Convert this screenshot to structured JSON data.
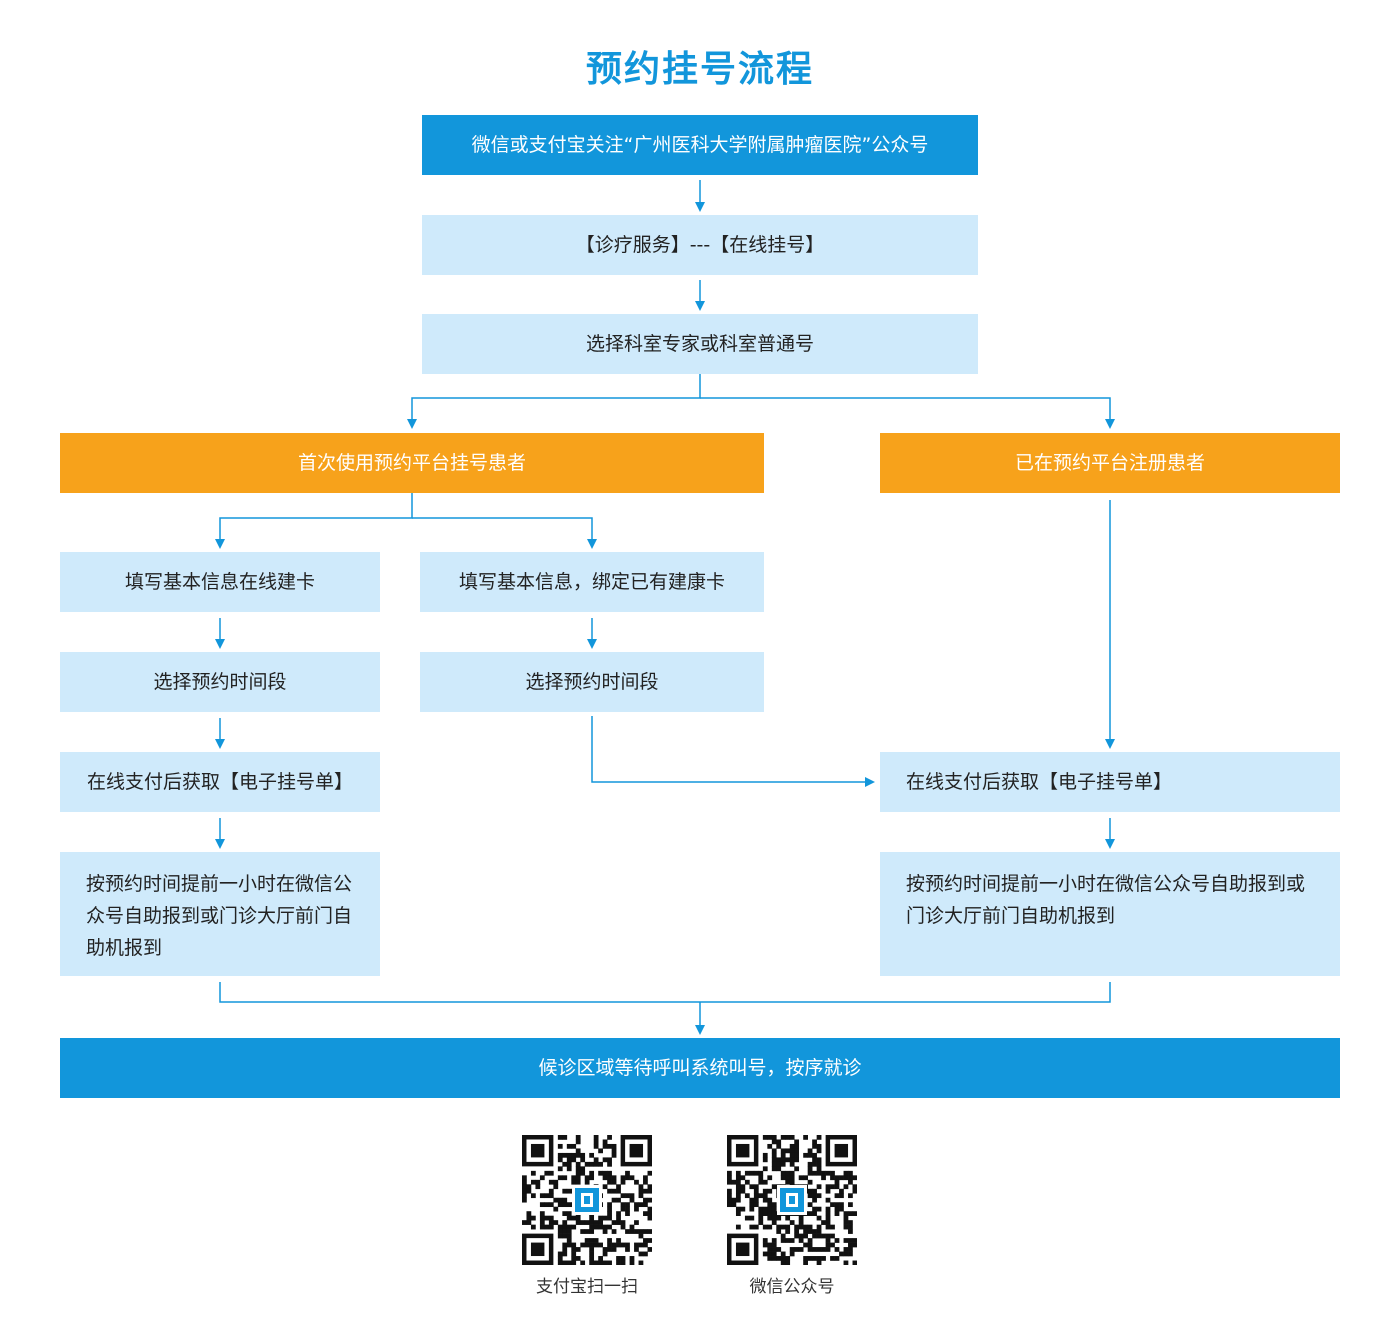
{
  "title": "预约挂号流程",
  "colors": {
    "primary": "#1296db",
    "light": "#cfeafb",
    "orange": "#f7a21b",
    "line": "#1296db"
  },
  "steps": {
    "follow": "微信或支付宝关注“广州医科大学附属肿瘤医院”公众号",
    "menu": "【诊疗服务】---【在线挂号】",
    "choose_dept": "选择科室专家或科室普通号"
  },
  "branches": {
    "first_time": {
      "title": "首次使用预约平台挂号患者",
      "new_card": {
        "step1": "填写基本信息在线建卡",
        "step2": "选择预约时间段",
        "step3": "在线支付后获取【电子挂号单】",
        "step4": "按预约时间提前一小时在微信公众号自助报到或门诊大厅前门自助机报到"
      },
      "bind_card": {
        "step1": "填写基本信息，绑定已有建康卡",
        "step2": "选择预约时间段"
      }
    },
    "registered": {
      "title": "已在预约平台注册患者",
      "step1": "在线支付后获取【电子挂号单】",
      "step2": "按预约时间提前一小时在微信公众号自助报到或门诊大厅前门自助机报到"
    }
  },
  "final_step": "候诊区域等待呼叫系统叫号，按序就诊",
  "qr_codes": [
    {
      "caption": "支付宝扫一扫",
      "icon": "qr-code-icon"
    },
    {
      "caption": "微信公众号",
      "icon": "qr-code-icon"
    }
  ]
}
